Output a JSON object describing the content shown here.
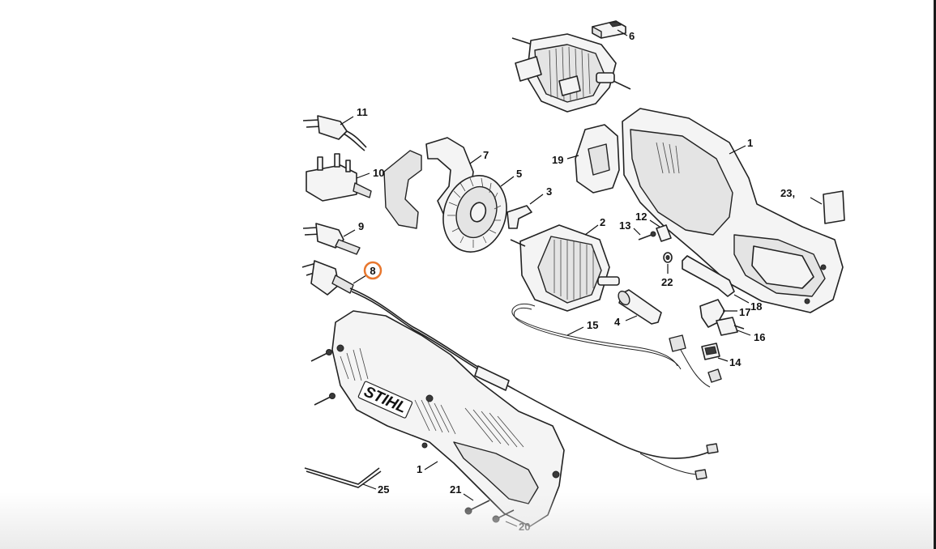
{
  "diagram": {
    "brand_logo": "STIHL",
    "callouts": [
      {
        "id": "c1a",
        "label": "1"
      },
      {
        "id": "c1b",
        "label": "1"
      },
      {
        "id": "c2",
        "label": "2"
      },
      {
        "id": "c3",
        "label": "3"
      },
      {
        "id": "c4",
        "label": "4"
      },
      {
        "id": "c5",
        "label": "5"
      },
      {
        "id": "c6",
        "label": "6"
      },
      {
        "id": "c7",
        "label": "7"
      },
      {
        "id": "c8",
        "label": "8",
        "highlighted": true
      },
      {
        "id": "c9",
        "label": "9"
      },
      {
        "id": "c10",
        "label": "10"
      },
      {
        "id": "c11",
        "label": "11"
      },
      {
        "id": "c12",
        "label": "12"
      },
      {
        "id": "c13",
        "label": "13"
      },
      {
        "id": "c14",
        "label": "14"
      },
      {
        "id": "c15",
        "label": "15"
      },
      {
        "id": "c16",
        "label": "16"
      },
      {
        "id": "c17",
        "label": "17"
      },
      {
        "id": "c18",
        "label": "18"
      },
      {
        "id": "c19",
        "label": "19"
      },
      {
        "id": "c20",
        "label": "20"
      },
      {
        "id": "c21",
        "label": "21"
      },
      {
        "id": "c22",
        "label": "22"
      },
      {
        "id": "c23",
        "label": "23,"
      },
      {
        "id": "c25",
        "label": "25"
      }
    ],
    "highlight_color": "#e8772e"
  }
}
